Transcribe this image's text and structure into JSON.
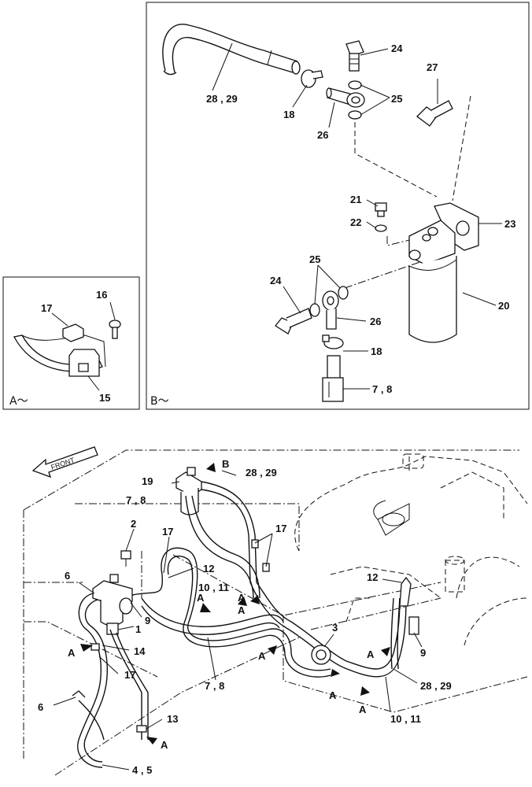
{
  "panel_b": {
    "caption": "B～",
    "labels": {
      "p24_top": "24",
      "p27": "27",
      "p28_29": "28 , 29",
      "p25_top": "25",
      "p18_top": "18",
      "p26_top": "26",
      "p21": "21",
      "p22": "22",
      "p23": "23",
      "p25_mid": "25",
      "p24_mid": "24",
      "p20": "20",
      "p26_mid": "26",
      "p18_mid": "18",
      "p7_8": "7 , 8"
    }
  },
  "panel_a": {
    "caption": "A～",
    "labels": {
      "p17": "17",
      "p16": "16",
      "p15": "15"
    }
  },
  "main": {
    "front_label": "FRONT",
    "labels": {
      "b_arrow": "B",
      "p28_29_top": "28 , 29",
      "p19": "19",
      "p7_8_top": "7 , 8",
      "p2": "2",
      "p17_left": "17",
      "p17_right": "17",
      "p12_mid": "12",
      "p10_11_mid": "10 , 11",
      "p6_top": "6",
      "p9_left": "9",
      "p1": "1",
      "p14": "14",
      "p17_low": "17",
      "p7_8_low": "7 , 8",
      "p6_low": "6",
      "p13": "13",
      "p4_5": "4 , 5",
      "p3": "3",
      "p12_right": "12",
      "p9_right": "9",
      "p28_29_low": "28 , 29",
      "p10_11_low": "10 , 11"
    },
    "arrow_labels": {
      "a1": "A",
      "a2": "A",
      "a3": "A",
      "a4": "A",
      "a5": "A",
      "a6": "A",
      "a7": "A",
      "a8": "A",
      "a9": "A"
    }
  }
}
